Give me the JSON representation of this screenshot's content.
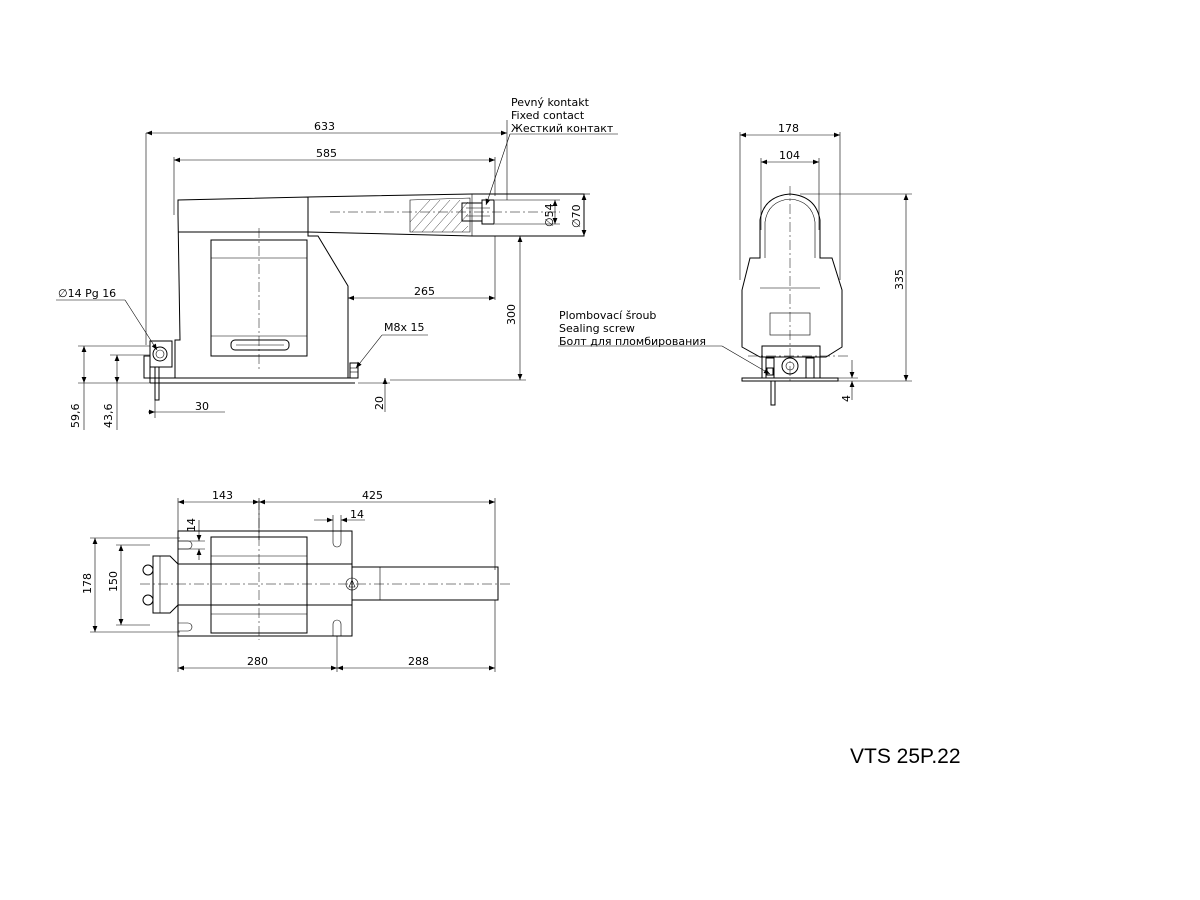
{
  "labels": {
    "fixed_contact_cz": "Pevný kontakt",
    "fixed_contact_en": "Fixed contact",
    "fixed_contact_ru": "Жесткий контакт",
    "sealing_cz": "Plombovací šroub",
    "sealing_en": "Sealing screw",
    "sealing_ru": "Болт для пломбирования",
    "pg_thread": "∅14 Pg 16",
    "m8": "M8x 15",
    "model": "VTS 25P.22"
  },
  "dimensions": {
    "side": {
      "d633": "633",
      "d585": "585",
      "d265": "265",
      "d300": "300",
      "d20": "20",
      "d30": "30",
      "d59_6": "59,6",
      "d43_6": "43,6",
      "phi54": "∅54",
      "phi70": "∅70"
    },
    "front": {
      "d178": "178",
      "d104": "104",
      "d335": "335",
      "d4": "4"
    },
    "top": {
      "d143": "143",
      "d425": "425",
      "d14a": "14",
      "d14b": "14",
      "d178": "178",
      "d150": "150",
      "d280": "280",
      "d288": "288"
    }
  }
}
